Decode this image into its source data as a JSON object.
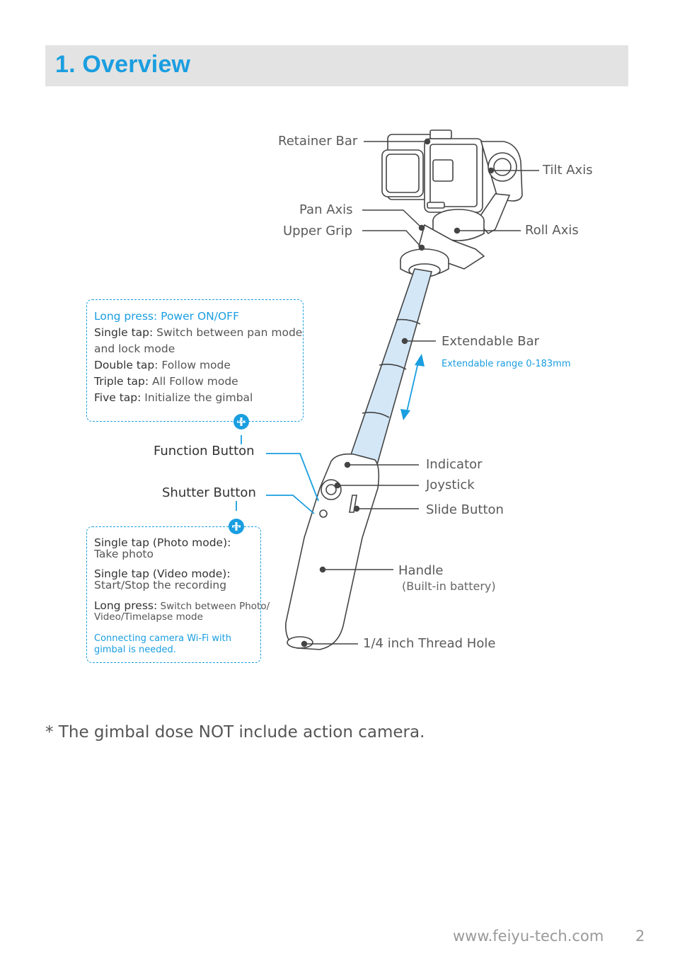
{
  "header": {
    "title": "1. Overview"
  },
  "labels": {
    "retainer_bar": "Retainer Bar",
    "tilt_axis": "Tilt Axis",
    "pan_axis": "Pan Axis",
    "upper_grip": "Upper Grip",
    "roll_axis": "Roll Axis",
    "extendable_bar": "Extendable Bar",
    "extendable_range": "Extendable range 0-183mm",
    "function_button": "Function Button",
    "shutter_button": "Shutter Button",
    "indicator": "Indicator",
    "joystick": "Joystick",
    "slide_button": "Slide Button",
    "handle": "Handle",
    "handle_sub": "(Built-in battery)",
    "thread_hole": "1/4 inch Thread Hole"
  },
  "function_box": {
    "long_press_key": "Long press",
    "long_press_val": ": Power ON/OFF",
    "single_key": "Single tap:",
    "single_val": " Switch between pan mode",
    "single_val2": "and lock mode",
    "double_key": "Double tap",
    "double_val": ": Follow mode",
    "triple_key": "Triple tap:",
    "triple_val": " All Follow mode",
    "five_key": "Five tap:",
    "five_val": " Initialize the gimbal"
  },
  "shutter_box": {
    "photo_key": "Single tap (Photo mode):",
    "photo_val": "Take photo",
    "video_key": "Single tap (Video mode):",
    "video_val": "Start/Stop the recording",
    "long_key": "Long press:",
    "long_val": " Switch between Photo/",
    "long_val2": "Video/Timelapse mode",
    "wifi_note": "Connecting camera Wi-Fi with gimbal is needed."
  },
  "footnote": "* The gimbal dose NOT include action camera.",
  "footer": {
    "url": "www.feiyu-tech.com",
    "page": "2"
  },
  "colors": {
    "accent": "#1a9ee0",
    "header_bg": "#e3e3e3",
    "bar_fill": "#d3e7f7"
  }
}
